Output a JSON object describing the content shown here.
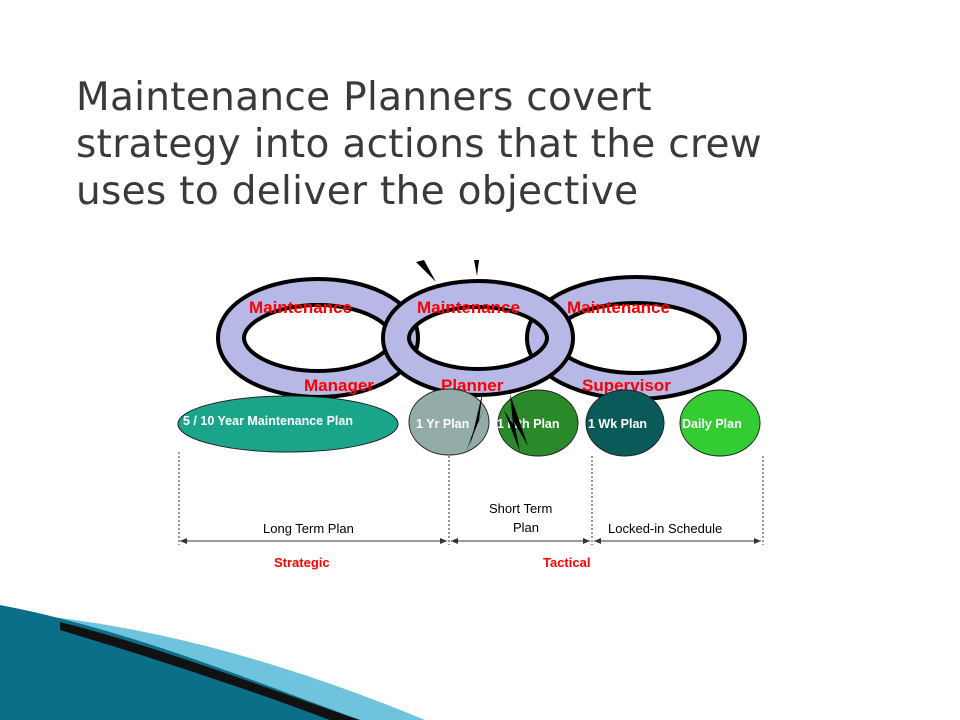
{
  "slide": {
    "title_lines": [
      "Maintenance Planners covert",
      "strategy into actions that the crew",
      "uses to deliver the objective"
    ]
  },
  "colors": {
    "title": "#3a3a3a",
    "role_text": "#ff0000",
    "ring_fill": "#b8b8e6",
    "ring_outline": "#000000",
    "plan_5_10": "#1aa58a",
    "plan_1yr": "#93acaa",
    "plan_1mth": "#2a8a2a",
    "plan_1wk": "#0b5a5a",
    "plan_daily": "#33cc33",
    "footer_dark": "#0b6f8a",
    "footer_light": "#6fc3dd"
  },
  "diagram": {
    "rings": [
      {
        "top": "Maintenance",
        "bottom": "Manager"
      },
      {
        "top": "Maintenance",
        "bottom": "Planner"
      },
      {
        "top": "Maintenance",
        "bottom": "Supervisor"
      }
    ],
    "plans": [
      {
        "label": "5 / 10 Year Maintenance Plan",
        "color_key": "plan_5_10"
      },
      {
        "label": "1 Yr Plan",
        "color_key": "plan_1yr"
      },
      {
        "label": "1 Mth Plan",
        "color_key": "plan_1mth"
      },
      {
        "label": "1 Wk Plan",
        "color_key": "plan_1wk"
      },
      {
        "label": "Daily Plan",
        "color_key": "plan_daily"
      }
    ],
    "spans": [
      {
        "label": "Long Term Plan"
      },
      {
        "label_lines": [
          "Short Term",
          "Plan"
        ]
      },
      {
        "label": "Locked-in Schedule"
      }
    ],
    "categories": [
      "Strategic",
      "Tactical"
    ]
  }
}
